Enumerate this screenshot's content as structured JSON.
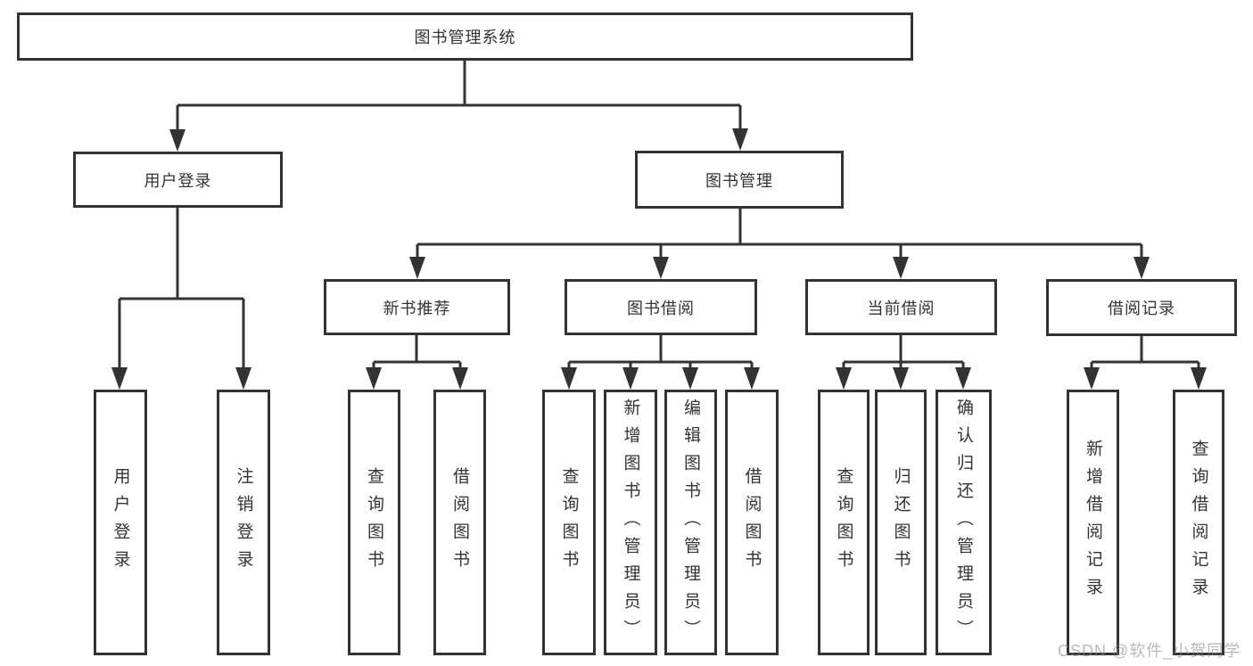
{
  "tree": {
    "label": "图书管理系统",
    "children": [
      {
        "label": "用户登录",
        "children": [
          {
            "label": "用户登录"
          },
          {
            "label": "注销登录"
          }
        ]
      },
      {
        "label": "图书管理",
        "children": [
          {
            "label": "新书推荐",
            "children": [
              {
                "label": "查询图书"
              },
              {
                "label": "借阅图书"
              }
            ]
          },
          {
            "label": "图书借阅",
            "children": [
              {
                "label": "查询图书"
              },
              {
                "label": "新增图书（管理员）"
              },
              {
                "label": "编辑图书（管理员）"
              },
              {
                "label": "借阅图书"
              }
            ]
          },
          {
            "label": "当前借阅",
            "children": [
              {
                "label": "查询图书"
              },
              {
                "label": "归还图书"
              },
              {
                "label": "确认归还（管理员）"
              }
            ]
          },
          {
            "label": "借阅记录",
            "children": [
              {
                "label": "新增借阅记录"
              },
              {
                "label": "查询借阅记录"
              }
            ]
          }
        ]
      }
    ]
  },
  "watermark": "CSDN @软件_小贺同学",
  "colors": {
    "line": "#333333",
    "box_border": "#333333",
    "box_background": "#ffffff",
    "text": "#333333",
    "watermark": "#888888"
  }
}
